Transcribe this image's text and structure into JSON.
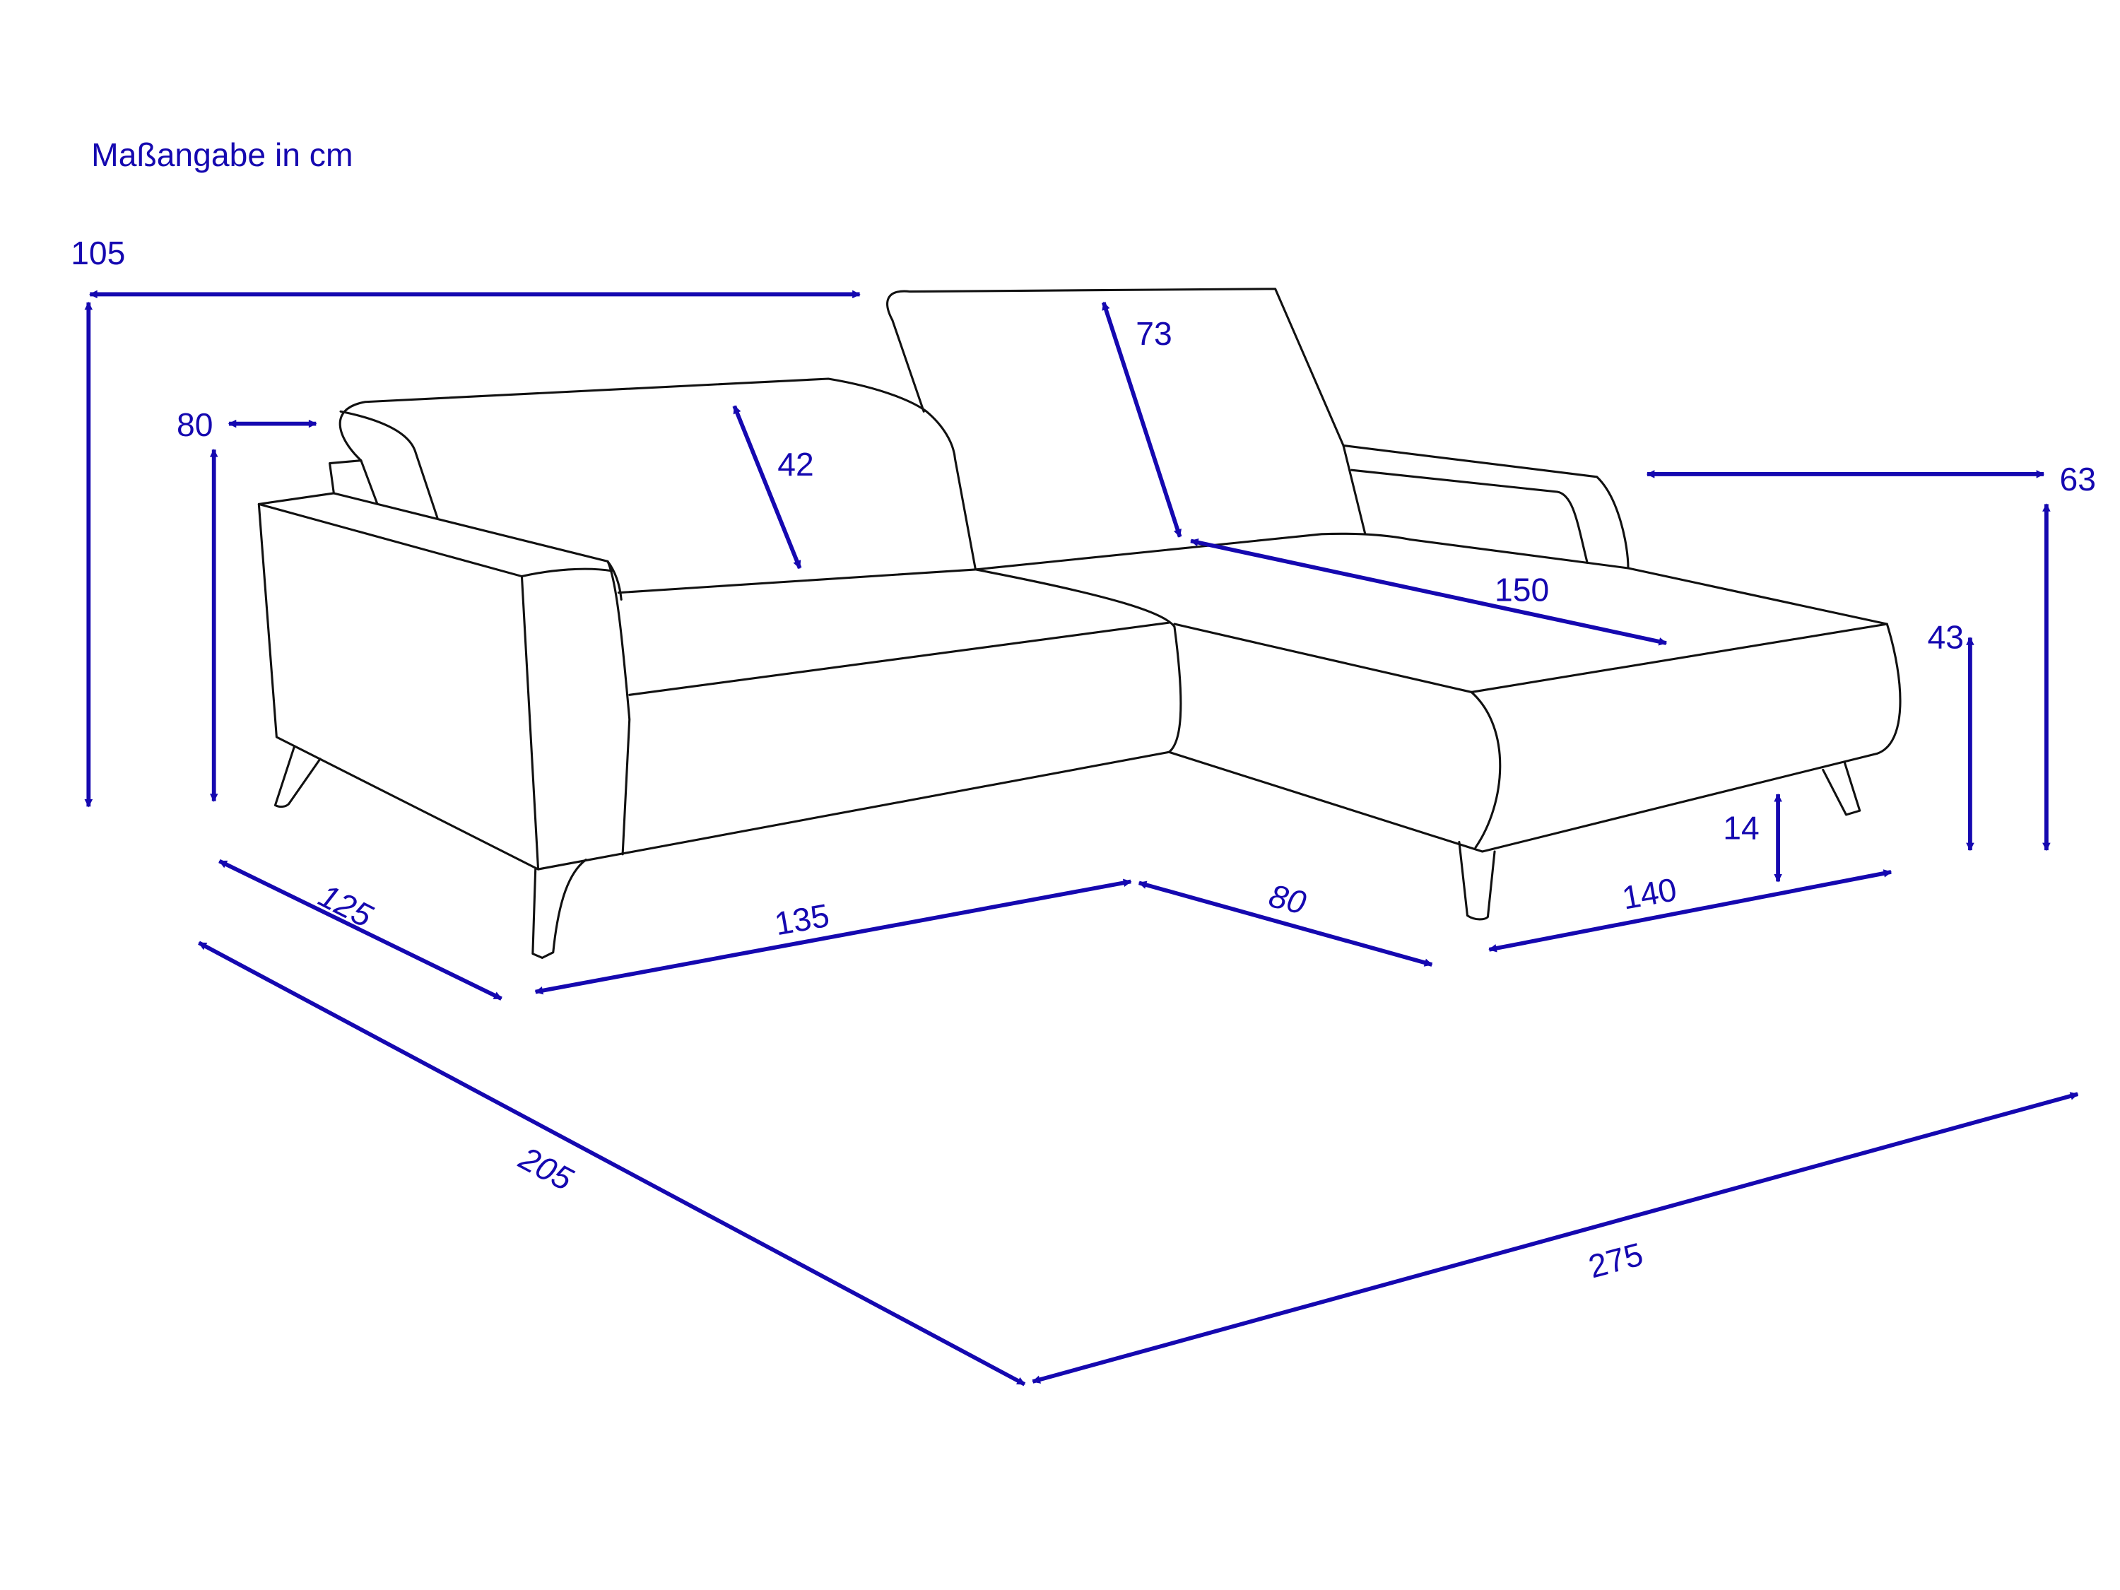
{
  "title": "Maßangabe in cm",
  "colors": {
    "dimension": "#1508b0",
    "outline": "#111111"
  },
  "dimensions": {
    "total_height": "105",
    "armrest_height": "80",
    "backrest_height": "42",
    "chaise_back_height": "73",
    "chaise_seat_depth": "150",
    "chaise_arm_width": "63",
    "seat_height": "43",
    "leg_height": "14",
    "arm_depth": "125",
    "seat_width": "135",
    "chaise_width": "80",
    "chaise_length": "140",
    "total_depth": "205",
    "total_width": "275"
  }
}
